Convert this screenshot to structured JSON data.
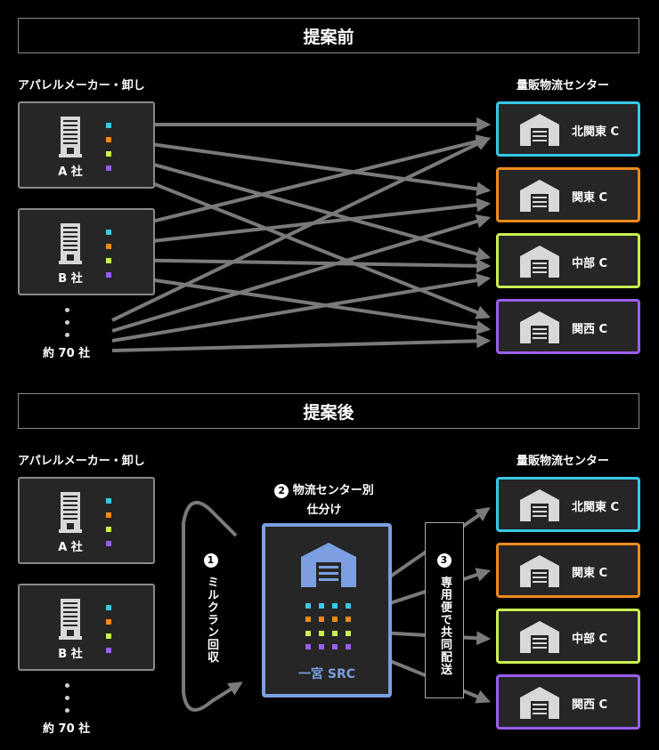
{
  "before": {
    "banner": "提案前",
    "makers_heading": "アパレルメーカー・卸し",
    "centers_heading": "量販物流センター",
    "makers": [
      {
        "label": "A 社"
      },
      {
        "label": "B 社"
      }
    ],
    "others_count": "約 70 社",
    "centers": [
      {
        "label": "北関東 C",
        "color": "#38c8e8"
      },
      {
        "label": "関東 C",
        "color": "#f08a1c"
      },
      {
        "label": "中部 C",
        "color": "#c8f050"
      },
      {
        "label": "関西 C",
        "color": "#9a5ef0"
      }
    ]
  },
  "after": {
    "banner": "提案後",
    "makers_heading": "アパレルメーカー・卸し",
    "centers_heading": "量販物流センター",
    "makers": [
      {
        "label": "A 社"
      },
      {
        "label": "B 社"
      }
    ],
    "others_count": "約 70 社",
    "step1": {
      "num": "1",
      "text": "ミルクラン回収"
    },
    "step2": {
      "num": "2",
      "text_line1": "物流センター別",
      "text_line2": "仕分け"
    },
    "step3": {
      "num": "3",
      "text": "専用便で共同配送"
    },
    "hub_label": "一宮 SRC",
    "centers": [
      {
        "label": "北関東 C",
        "color": "#38c8e8"
      },
      {
        "label": "関東 C",
        "color": "#f08a1c"
      },
      {
        "label": "中部 C",
        "color": "#c8f050"
      },
      {
        "label": "関西 C",
        "color": "#9a5ef0"
      }
    ]
  },
  "colors": {
    "cyan": "#38c8e8",
    "orange": "#f08a1c",
    "lime": "#c8f050",
    "purple": "#9a5ef0",
    "hub_blue": "#7b9fe0",
    "arrow_gray": "#7a7a7a",
    "box_bg": "#262626"
  }
}
